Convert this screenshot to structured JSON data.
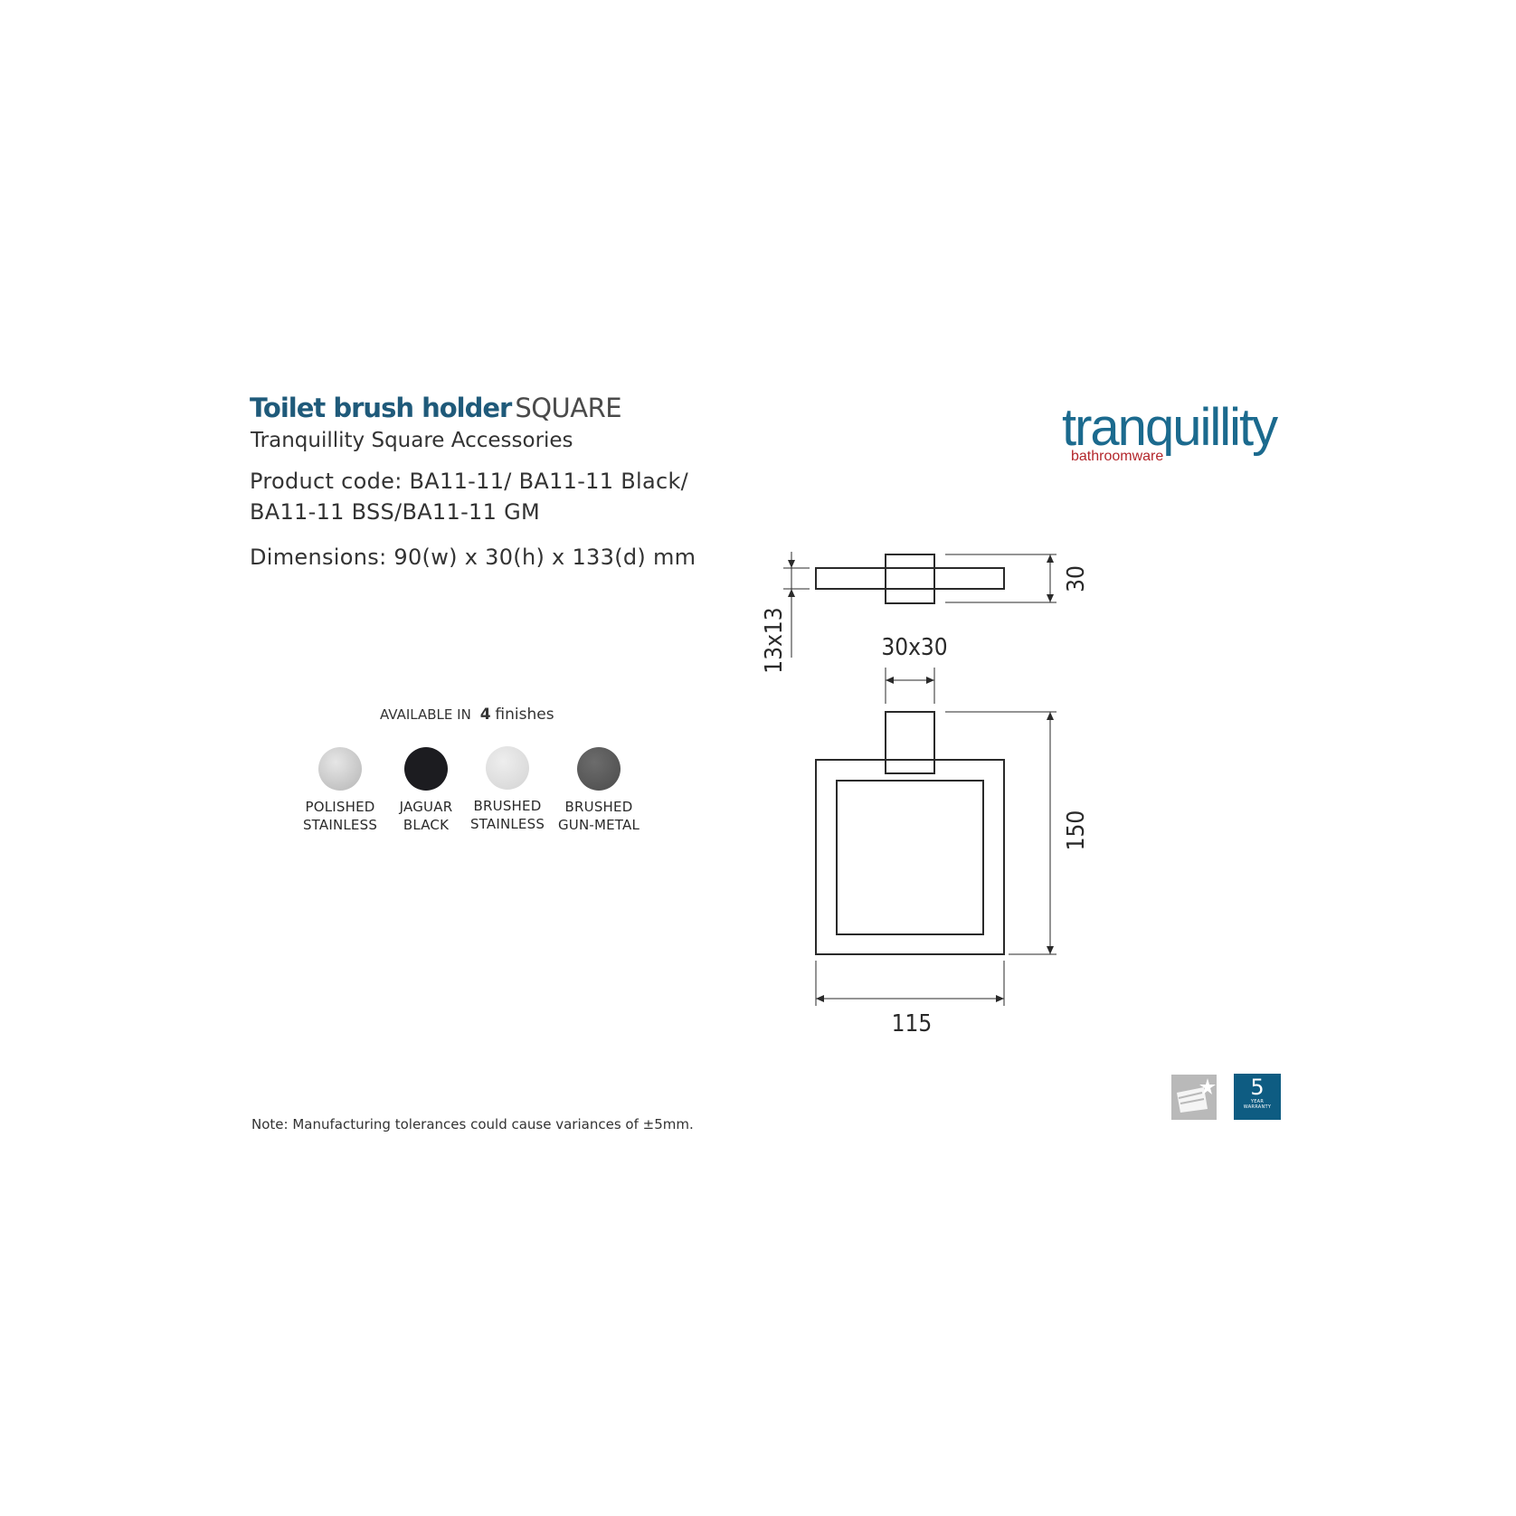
{
  "product": {
    "title_bold": "Toilet brush holder",
    "title_light": "SQUARE",
    "subtitle": "Tranquillity Square Accessories",
    "code_line1": "Product code: BA11-11/ BA11-11 Black/",
    "code_line2": "BA11-11 BSS/BA11-11 GM",
    "dimensions": "Dimensions: 90(w) x 30(h) x 133(d) mm"
  },
  "finishes": {
    "prefix": "AVAILABLE IN",
    "count": "4",
    "suffix": "finishes",
    "items": [
      {
        "line1": "POLISHED",
        "line2": "STAINLESS",
        "color": "#c9c9c9"
      },
      {
        "line1": "JAGUAR",
        "line2": "BLACK",
        "color": "#1c1c20"
      },
      {
        "line1": "BRUSHED",
        "line2": "STAINLESS",
        "color": "#dedede"
      },
      {
        "line1": "BRUSHED",
        "line2": "GUN-METAL",
        "color": "#5a5a5a"
      }
    ]
  },
  "brand": {
    "name": "tranquillity",
    "tagline": "bathroomware",
    "primary_color": "#1b6a8e",
    "accent_color": "#b3262b"
  },
  "drawing": {
    "dim_top_height": "30",
    "dim_side": "13x13",
    "dim_square": "30x30",
    "dim_height": "150",
    "dim_width": "115"
  },
  "badges": {
    "warranty_number": "5",
    "warranty_line1": "YEAR",
    "warranty_line2": "WARRANTY"
  },
  "note": "Note: Manufacturing tolerances could cause variances of ±5mm."
}
